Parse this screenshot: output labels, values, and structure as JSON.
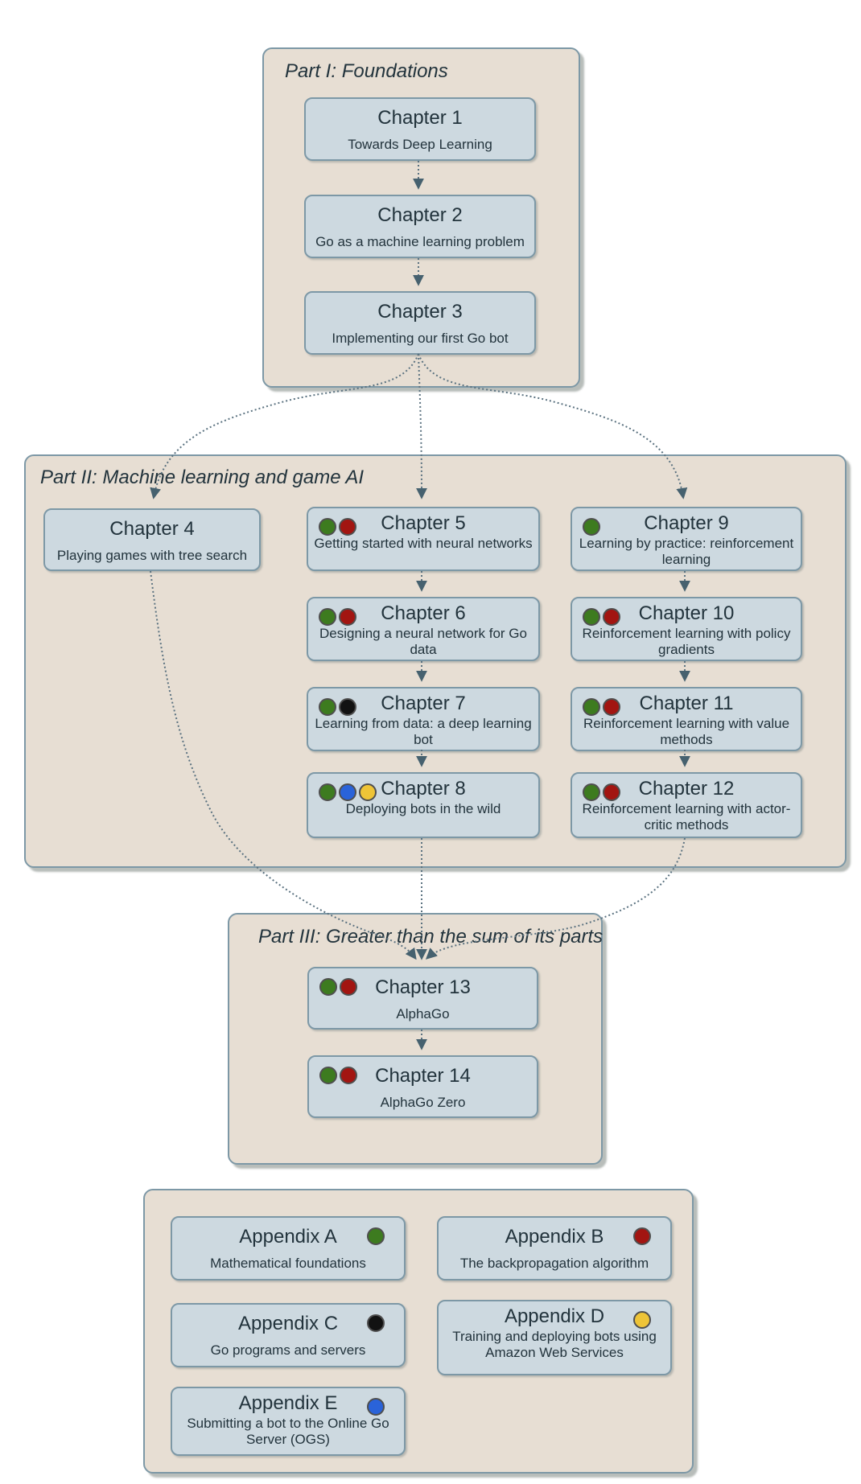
{
  "colors": {
    "green": "#3d7b1f",
    "red": "#a21511",
    "black": "#121212",
    "blue": "#2a63d9",
    "yellow": "#eec437"
  },
  "parts": [
    {
      "title": "Part I: Foundations",
      "chapters": [
        {
          "title": "Chapter 1",
          "subtitle": "Towards Deep Learning",
          "dots": []
        },
        {
          "title": "Chapter 2",
          "subtitle": "Go as a machine learning problem",
          "dots": []
        },
        {
          "title": "Chapter 3",
          "subtitle": "Implementing our first Go bot",
          "dots": []
        }
      ]
    },
    {
      "title": "Part II: Machine learning and game AI",
      "chapters": [
        {
          "title": "Chapter 4",
          "subtitle": "Playing games with tree search",
          "dots": []
        },
        {
          "title": "Chapter 5",
          "subtitle": "Getting started with neural networks",
          "dots": [
            "green",
            "red"
          ]
        },
        {
          "title": "Chapter 6",
          "subtitle": "Designing a neural network for Go data",
          "dots": [
            "green",
            "red"
          ]
        },
        {
          "title": "Chapter 7",
          "subtitle": "Learning from data: a deep learning bot",
          "dots": [
            "green",
            "black"
          ]
        },
        {
          "title": "Chapter 8",
          "subtitle": "Deploying bots in the wild",
          "dots": [
            "green",
            "blue",
            "yellow"
          ]
        },
        {
          "title": "Chapter 9",
          "subtitle": "Learning by practice: reinforcement learning",
          "dots": [
            "green"
          ]
        },
        {
          "title": "Chapter 10",
          "subtitle": "Reinforcement learning with policy gradients",
          "dots": [
            "green",
            "red"
          ]
        },
        {
          "title": "Chapter 11",
          "subtitle": "Reinforcement learning with value methods",
          "dots": [
            "green",
            "red"
          ]
        },
        {
          "title": "Chapter 12",
          "subtitle": "Reinforcement learning with actor-critic methods",
          "dots": [
            "green",
            "red"
          ]
        }
      ]
    },
    {
      "title": "Part III: Greater than the sum of its parts",
      "chapters": [
        {
          "title": "Chapter 13",
          "subtitle": "AlphaGo",
          "dots": [
            "green",
            "red"
          ]
        },
        {
          "title": "Chapter 14",
          "subtitle": "AlphaGo Zero",
          "dots": [
            "green",
            "red"
          ]
        }
      ]
    }
  ],
  "appendices": [
    {
      "title": "Appendix A",
      "subtitle": "Mathematical foundations",
      "dots": [
        "green"
      ]
    },
    {
      "title": "Appendix B",
      "subtitle": "The backpropagation algorithm",
      "dots": [
        "red"
      ]
    },
    {
      "title": "Appendix C",
      "subtitle": "Go programs and servers",
      "dots": [
        "black"
      ]
    },
    {
      "title": "Appendix D",
      "subtitle": "Training and deploying bots using Amazon Web Services",
      "dots": [
        "yellow"
      ]
    },
    {
      "title": "Appendix E",
      "subtitle": "Submitting a bot to the Online Go Server (OGS)",
      "dots": [
        "blue"
      ]
    }
  ]
}
